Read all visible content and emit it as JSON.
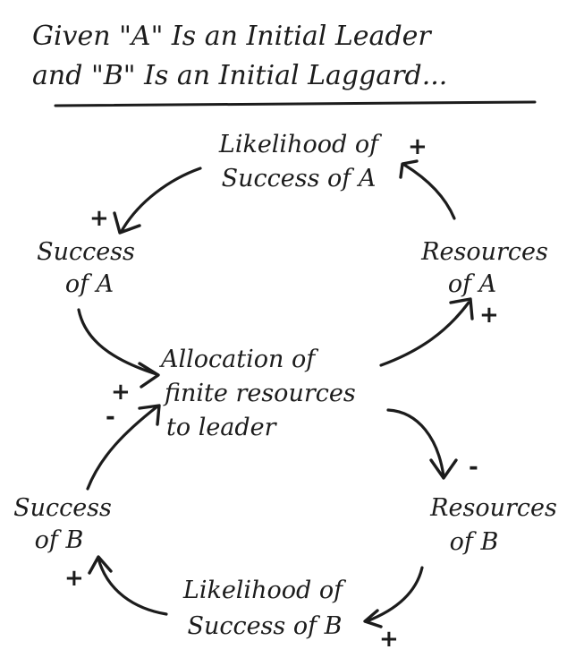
{
  "title": {
    "line1": "Given \"A\" Is an Initial Leader",
    "line2": "and \"B\" Is an Initial Laggard..."
  },
  "nodes": {
    "likelihood_a": {
      "line1": "Likelihood of",
      "line2": "Success of A"
    },
    "success_a": {
      "line1": "Success",
      "line2": "of A"
    },
    "resources_a": {
      "line1": "Resources",
      "line2": "of A"
    },
    "allocation": {
      "line1": "Allocation of",
      "line2": "finite resources",
      "line3": "to leader"
    },
    "success_b": {
      "line1": "Success",
      "line2": "of B"
    },
    "resources_b": {
      "line1": "Resources",
      "line2": "of B"
    },
    "likelihood_b": {
      "line1": "Likelihood of",
      "line2": "Success of B"
    }
  },
  "links": [
    {
      "from": "likelihood_a",
      "to": "success_a",
      "polarity": "+"
    },
    {
      "from": "success_a",
      "to": "allocation",
      "polarity": "+"
    },
    {
      "from": "allocation",
      "to": "resources_a",
      "polarity": "+"
    },
    {
      "from": "resources_a",
      "to": "likelihood_a",
      "polarity": "+"
    },
    {
      "from": "allocation",
      "to": "resources_b",
      "polarity": "-"
    },
    {
      "from": "resources_b",
      "to": "likelihood_b",
      "polarity": "+"
    },
    {
      "from": "likelihood_b",
      "to": "success_b",
      "polarity": "+"
    },
    {
      "from": "success_b",
      "to": "allocation",
      "polarity": "-"
    }
  ]
}
